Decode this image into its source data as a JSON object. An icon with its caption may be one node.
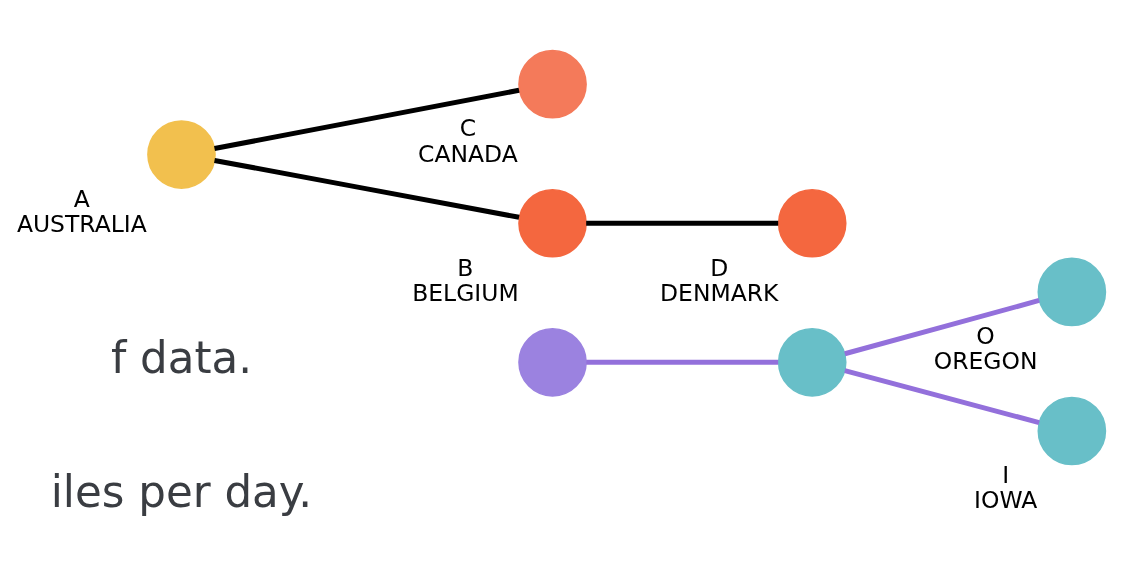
{
  "diagram": {
    "nodes": [
      {
        "text": [],
        "shape": "circle"
      },
      {
        "text": [],
        "shape": "circle",
        "beside": [
          "A",
          "AUSTRALIA"
        ]
      },
      {
        "text": [],
        "shape": "circle"
      },
      {
        "text": [],
        "shape": "circle",
        "beside": [
          "C",
          "CANADA"
        ]
      },
      {
        "text": [],
        "shape": "circle",
        "beside": [
          "O",
          "OREGON"
        ]
      },
      {
        "text": [],
        "shape": "circle",
        "beside": [
          "I",
          "IOWA"
        ]
      },
      {
        "text": [],
        "shape": "circle",
        "beside": [
          "B",
          "BELGIUM"
        ]
      },
      {
        "text": [],
        "shape": "circle",
        "beside": [
          "D",
          "DENMARK"
        ]
      }
    ],
    "edges": [
      {
        "from": 0,
        "to": 2,
        "arrow": "none",
        "color": "#9370db"
      },
      {
        "from": 2,
        "to": 4,
        "arrow": "none",
        "color": "#9370db"
      },
      {
        "from": 2,
        "to": 5,
        "arrow": "none",
        "color": "#9370db"
      },
      {
        "from": 1,
        "to": 3,
        "arrow": "none",
        "color": "#000000"
      },
      {
        "from": 1,
        "to": 6,
        "arrow": "none",
        "color": "#000000"
      },
      {
        "from": 6,
        "to": 7,
        "arrow": "none",
        "color": "#000000"
      }
    ],
    "labels": [
      "iles per day.",
      "f data."
    ]
  }
}
